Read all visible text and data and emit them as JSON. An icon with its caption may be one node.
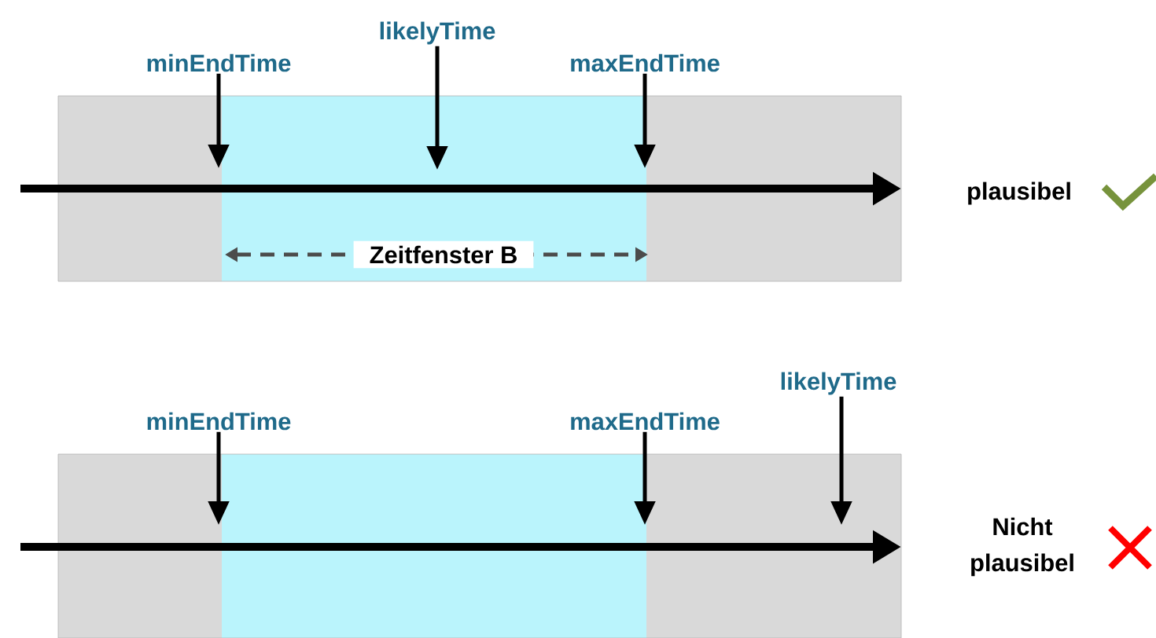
{
  "diagram": {
    "nodes": [
      {
        "text": [
          "minEndTime"
        ]
      },
      {
        "text": [
          "likelyTime"
        ]
      },
      {
        "text": [
          "maxEndTime"
        ]
      },
      {
        "text": [
          "minEndTime"
        ]
      },
      {
        "text": [
          "maxEndTime"
        ]
      },
      {
        "text": [
          "likelyTime"
        ]
      }
    ],
    "edges": [
      {
        "from": 0,
        "to": null,
        "arrow": "to"
      },
      {
        "from": 1,
        "to": null,
        "arrow": "to"
      },
      {
        "from": 2,
        "to": null,
        "arrow": "to"
      },
      {
        "from": 3,
        "to": null,
        "arrow": "to"
      },
      {
        "from": 4,
        "to": null,
        "arrow": "to"
      },
      {
        "from": 5,
        "to": null,
        "arrow": "to"
      }
    ],
    "labels": [
      "Zeitfenster B",
      "plausibel",
      "Nicht plausibel"
    ]
  }
}
